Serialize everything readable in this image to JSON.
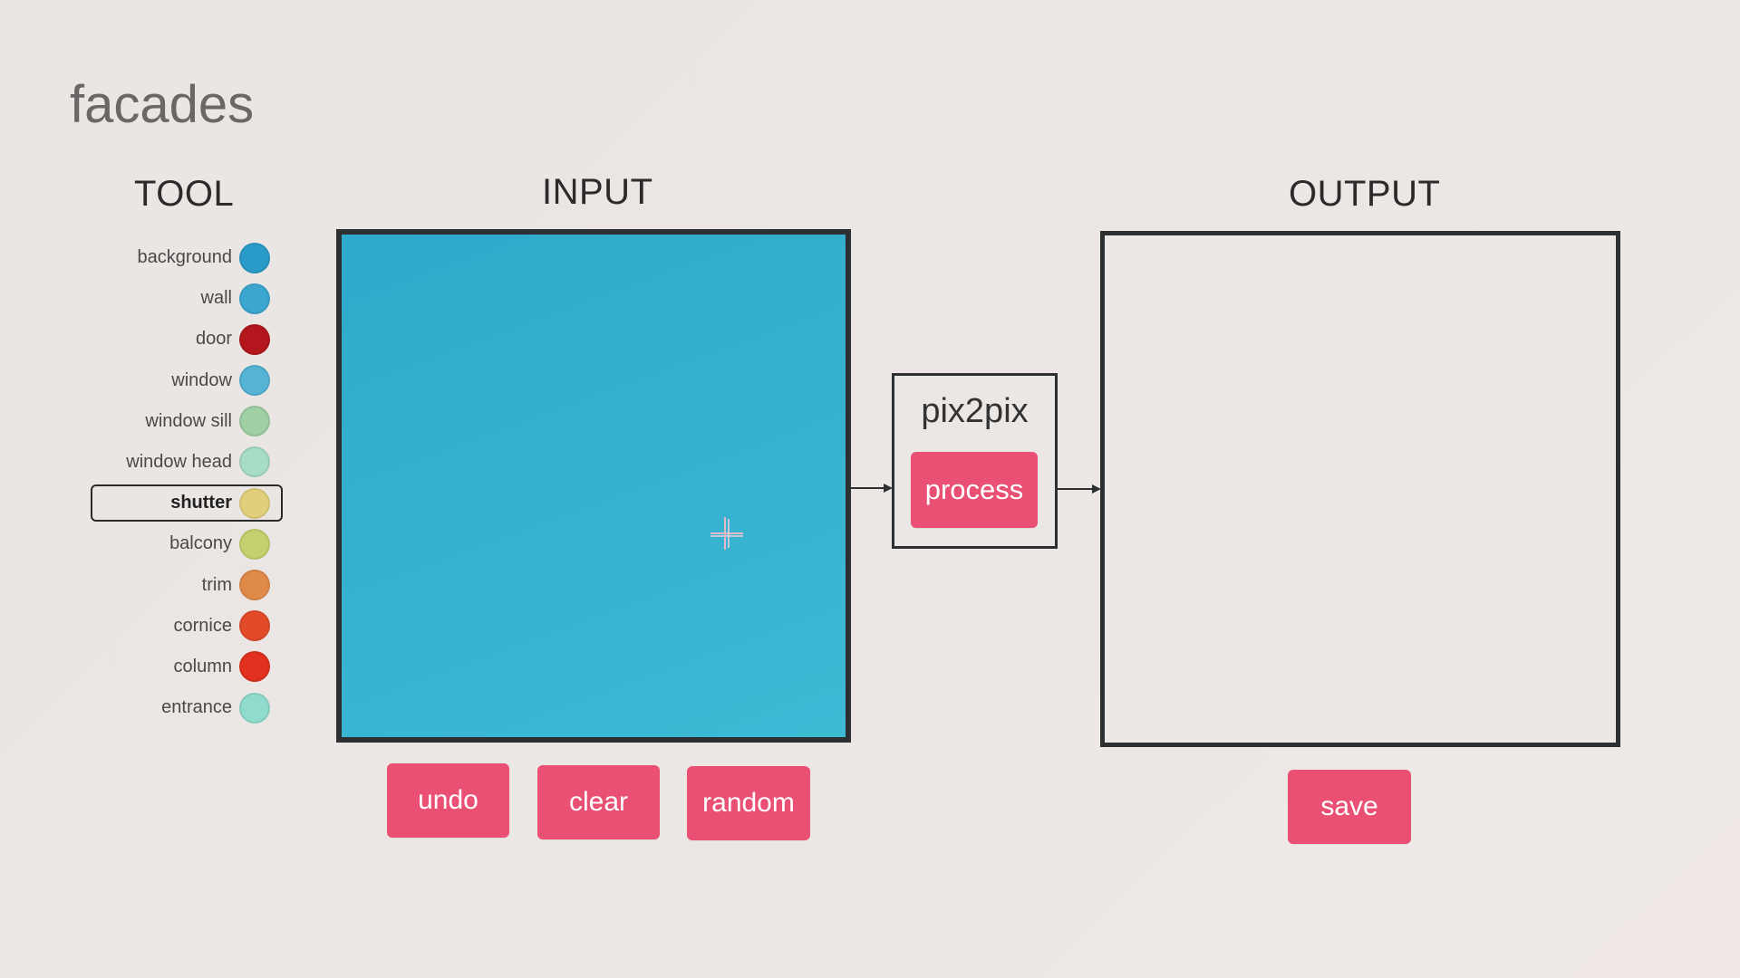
{
  "app": {
    "title": "facades"
  },
  "headers": {
    "tool": "TOOL",
    "input": "INPUT",
    "output": "OUTPUT"
  },
  "tools": [
    {
      "label": "background",
      "color": "#2a9bc8",
      "selected": false
    },
    {
      "label": "wall",
      "color": "#3ba6d0",
      "selected": false
    },
    {
      "label": "door",
      "color": "#b3161c",
      "selected": false
    },
    {
      "label": "window",
      "color": "#55b3d4",
      "selected": false
    },
    {
      "label": "window sill",
      "color": "#9fcfa3",
      "selected": false
    },
    {
      "label": "window head",
      "color": "#a7dcc7",
      "selected": false
    },
    {
      "label": "shutter",
      "color": "#e2cf7b",
      "selected": true
    },
    {
      "label": "balcony",
      "color": "#c6cf6e",
      "selected": false
    },
    {
      "label": "trim",
      "color": "#e08a4a",
      "selected": false
    },
    {
      "label": "cornice",
      "color": "#e24a2a",
      "selected": false
    },
    {
      "label": "column",
      "color": "#e2311f",
      "selected": false
    },
    {
      "label": "entrance",
      "color": "#8fdccd",
      "selected": false
    }
  ],
  "input": {
    "fill_color": "#35b1d0"
  },
  "model": {
    "name": "pix2pix",
    "process_label": "process"
  },
  "buttons": {
    "undo": "undo",
    "clear": "clear",
    "random": "random",
    "save": "save"
  },
  "colors": {
    "accent": "#ea5073",
    "frame": "#2d2f31"
  }
}
